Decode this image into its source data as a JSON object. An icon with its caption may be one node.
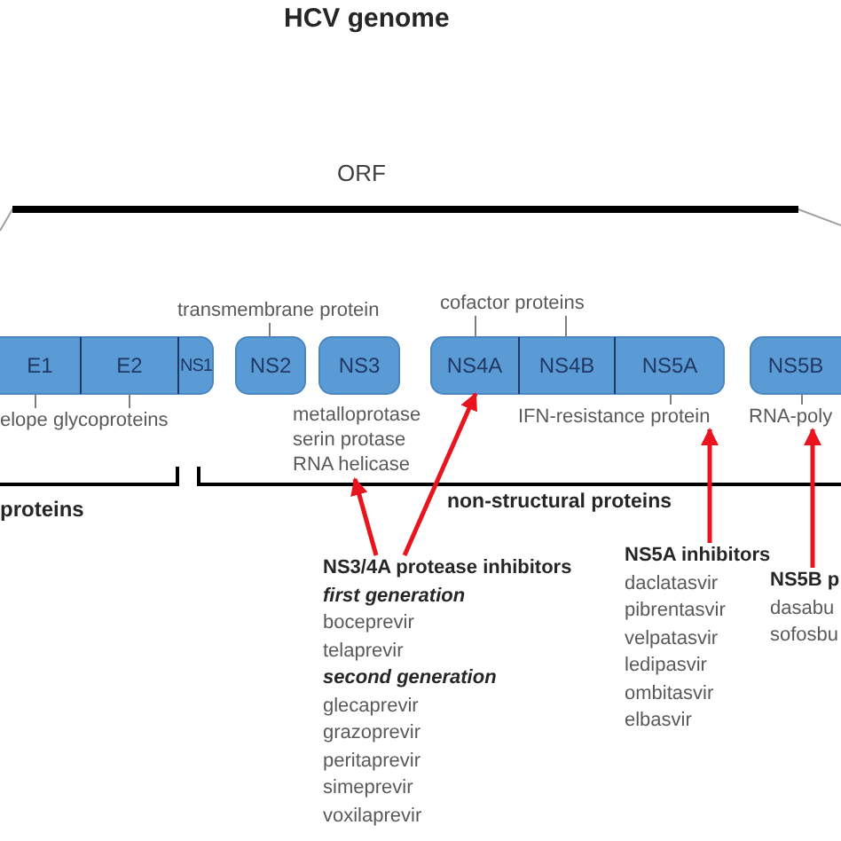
{
  "diagram": {
    "title": "HCV genome",
    "nodes": [
      {
        "text": [
          "E1"
        ]
      },
      {
        "text": [
          "E2"
        ]
      },
      {
        "text": [
          "NS1"
        ]
      },
      {
        "text": [
          "NS2"
        ]
      },
      {
        "text": [
          "NS3"
        ],
        "beside": [
          "metalloprotase",
          "serin protase",
          "RNA helicase"
        ]
      },
      {
        "text": [
          "NS4A"
        ]
      },
      {
        "text": [
          "NS4B"
        ]
      },
      {
        "text": [
          "NS5A"
        ]
      },
      {
        "text": [
          "NS5B"
        ]
      },
      {
        "text": [
          "transmembrane protein"
        ]
      },
      {
        "text": [
          "cofactor proteins"
        ]
      },
      {
        "text": [
          "elope glycoproteins"
        ]
      },
      {
        "text": [
          "IFN-resistance protein"
        ]
      },
      {
        "text": [
          "RNA-poly"
        ]
      },
      {
        "text": [
          "NS3/4A protease inhibitors",
          "first generation",
          "boceprevir",
          "telaprevir",
          "second generation",
          "glecaprevir",
          "grazoprevir",
          "peritaprevir",
          "simeprevir",
          "voxilaprevir"
        ]
      },
      {
        "text": [
          "NS5A inhibitors",
          "daclatasvir",
          "pibrentasvir",
          "velpatasvir",
          "ledipasvir",
          "ombitasvir",
          "elbasvir"
        ]
      },
      {
        "text": [
          "NS5B p",
          "dasabu",
          "sofosbu"
        ]
      }
    ],
    "edges": [
      {
        "from": 9,
        "to": 3,
        "arrow": "none"
      },
      {
        "from": 10,
        "to": 5,
        "arrow": "none"
      },
      {
        "from": 10,
        "to": 6,
        "arrow": "none"
      },
      {
        "from": 11,
        "to": 0,
        "arrow": "none"
      },
      {
        "from": 11,
        "to": 1,
        "arrow": "none"
      },
      {
        "from": 12,
        "to": 7,
        "arrow": "none"
      },
      {
        "from": 13,
        "to": 8,
        "arrow": "none"
      },
      {
        "from": 14,
        "to": 4,
        "arrow": "to",
        "style": "thick",
        "color": "#e8141e"
      },
      {
        "from": 14,
        "to": 5,
        "arrow": "to",
        "style": "thick",
        "color": "#e8141e"
      },
      {
        "from": 15,
        "to": 12,
        "arrow": "to",
        "style": "thick",
        "color": "#e8141e"
      },
      {
        "from": 16,
        "to": 13,
        "arrow": "to",
        "style": "thick",
        "color": "#e8141e"
      }
    ],
    "labels": [
      "ORF",
      "proteins",
      "non-structural proteins"
    ]
  }
}
